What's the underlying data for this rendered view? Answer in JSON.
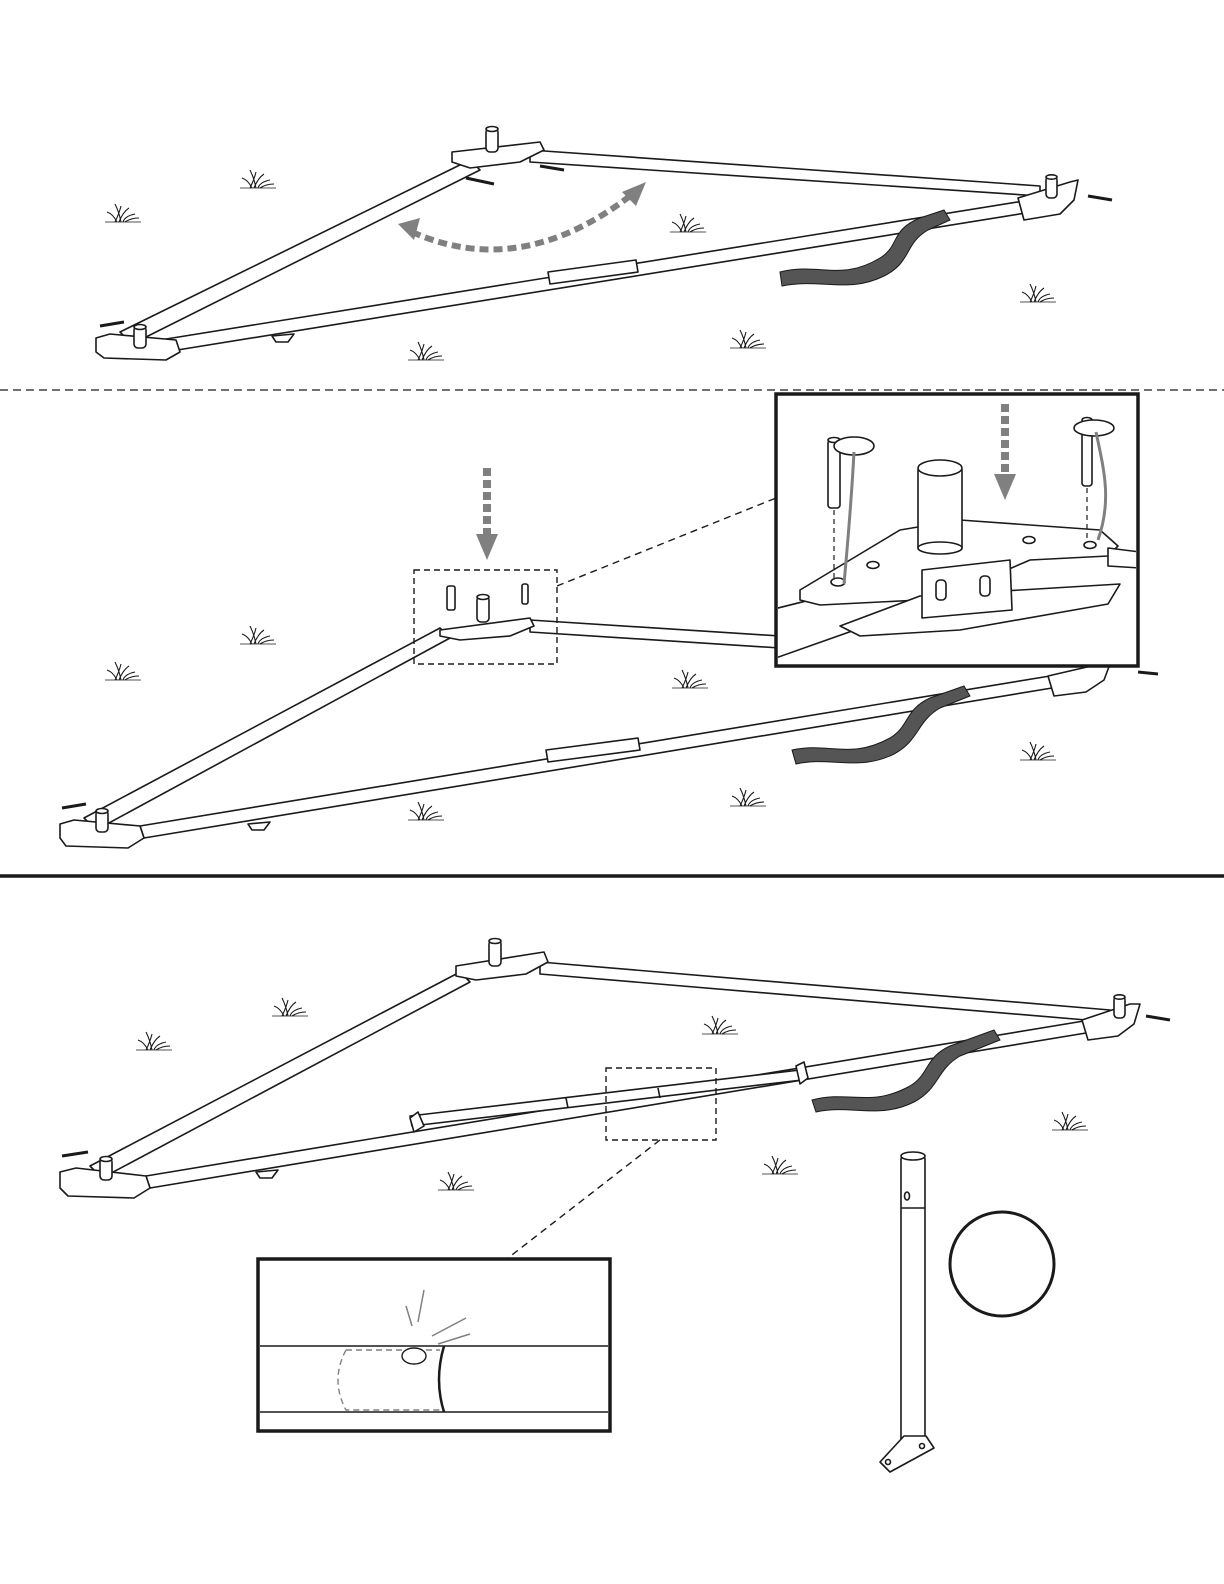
{
  "page": {
    "kind": "assembly-instruction-sheet",
    "steps": [
      {
        "id": "step-rotate-base-frame",
        "arrow": "curved-rotate-arrow"
      },
      {
        "id": "step-insert-locking-pins",
        "arrow": "down-arrow",
        "detail": "pin-insertion-detail"
      },
      {
        "id": "step-extend-tube-click",
        "detail": "snap-button-detail"
      }
    ]
  },
  "colors": {
    "line": "#1a1a1a",
    "arrow": "#808080",
    "strap": "#555555",
    "background": "#ffffff"
  },
  "icons": [
    "curved-rotate-arrow",
    "down-arrow",
    "grass-tuft",
    "locking-pin",
    "snap-button",
    "ground-strap",
    "upright-post",
    "round-ring-part"
  ]
}
